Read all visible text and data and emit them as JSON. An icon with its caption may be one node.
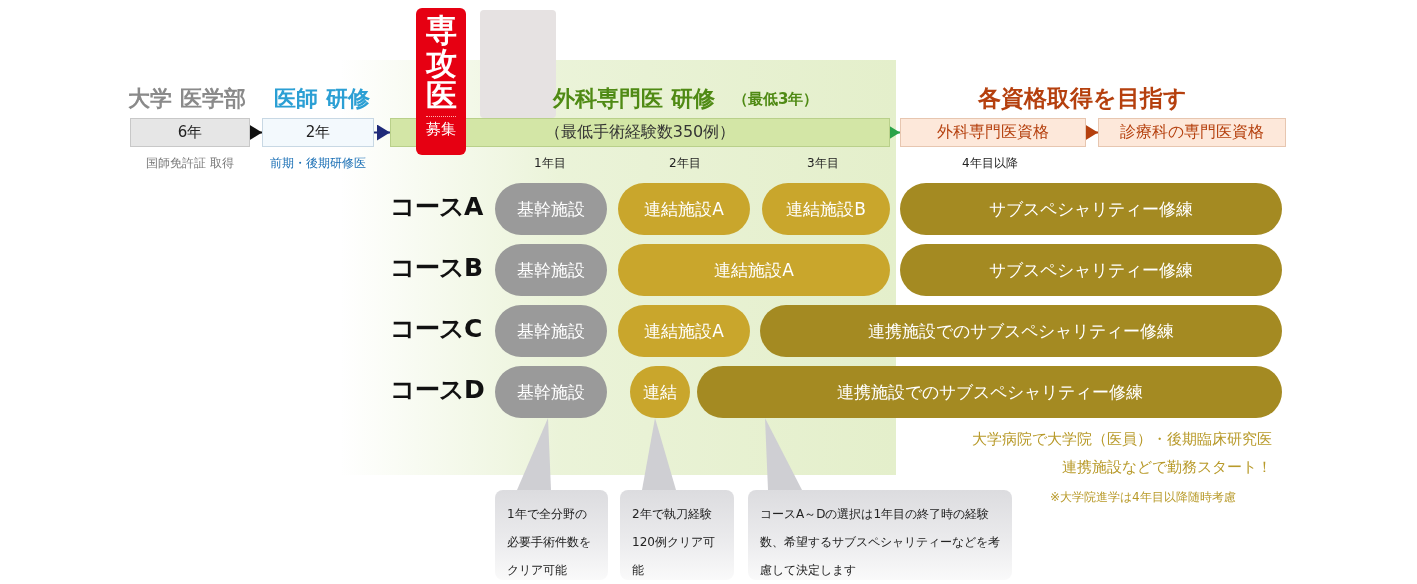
{
  "diagram": {
    "nodes": [
      {
        "text": [
          "6年"
        ],
        "beside": [
          "国師免許証 取得"
        ]
      },
      {
        "text": [
          "2年"
        ],
        "beside": [
          "前期・後期研修医"
        ]
      },
      {
        "text": [
          "（最低手術経験数350例）"
        ]
      },
      {
        "text": [
          "専攻医",
          "募集"
        ]
      },
      {
        "text": [
          "外科専門医資格"
        ]
      },
      {
        "text": [
          "診療科の専門医資格"
        ]
      },
      {
        "text": [
          "基幹施設"
        ]
      },
      {
        "text": [
          "連結施設A"
        ]
      },
      {
        "text": [
          "連結施設B"
        ]
      },
      {
        "text": [
          "サブスペシャリティー修練"
        ]
      },
      {
        "text": [
          "基幹施設"
        ]
      },
      {
        "text": [
          "連結施設A"
        ]
      },
      {
        "text": [
          "サブスペシャリティー修練"
        ]
      },
      {
        "text": [
          "基幹施設"
        ]
      },
      {
        "text": [
          "連結施設A"
        ]
      },
      {
        "text": [
          "連携施設でのサブスペシャリティー修練"
        ]
      },
      {
        "text": [
          "基幹施設"
        ]
      },
      {
        "text": [
          "連結"
        ]
      },
      {
        "text": [
          "連携施設でのサブスペシャリティー修練"
        ]
      },
      {
        "text": [
          "1年で全分野の必要手術件数をクリア可能"
        ]
      },
      {
        "text": [
          "2年で執刀経験120例クリア可能"
        ]
      },
      {
        "text": [
          "コースA～Dの選択は1年目の終了時の経験数、希望するサブスペシャリティーなどを考慮して決定します"
        ]
      }
    ],
    "edges": [
      {
        "from": 0,
        "to": 1,
        "arrow": "to",
        "color": "#111111"
      },
      {
        "from": 1,
        "to": 2,
        "arrow": "to",
        "color": "#1f2a7a"
      },
      {
        "from": 2,
        "to": 4,
        "arrow": "to",
        "color": "#2aa34a"
      },
      {
        "from": 4,
        "to": 5,
        "arrow": "to",
        "color": "#b5400e"
      },
      {
        "from": 19,
        "to": 16,
        "arrow": "none",
        "color": "#cfcfd3"
      },
      {
        "from": 20,
        "to": 17,
        "arrow": "none",
        "color": "#cfcfd3"
      },
      {
        "from": 21,
        "to": 18,
        "arrow": "none",
        "color": "#cfcfd3"
      }
    ],
    "labels": [
      "大学 医学部",
      "医師 研修",
      "外科専門医 研修",
      "（最低3年）",
      "各資格取得を目指す",
      "1年目",
      "2年目",
      "3年目",
      "4年目以降",
      "コースA",
      "コースB",
      "コースC",
      "コースD",
      "大学病院で大学院（医員）・後期臨床研究医",
      "連携施設などで勤務スタート！",
      "※大学院進学は4年目以降随時考慮"
    ]
  }
}
